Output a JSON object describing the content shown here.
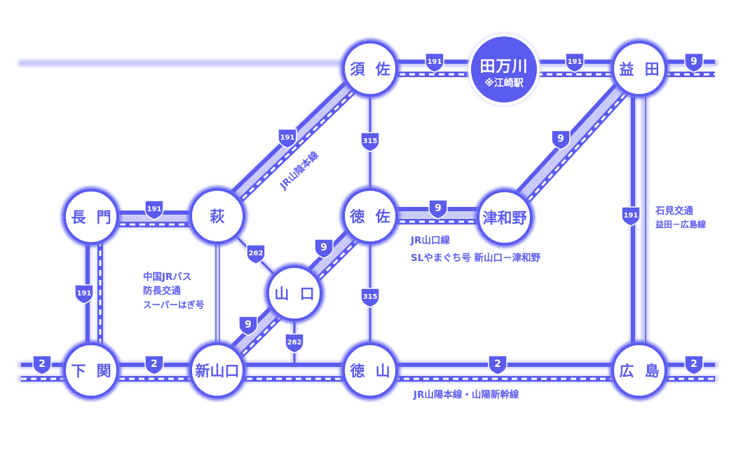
{
  "colors": {
    "accent": "#5b5bf0",
    "road_glow": "#c9c9fb",
    "station_fill": "#ffffff",
    "main_station_fill": "#5b5bf0",
    "route_shield": "#5b5bf0",
    "text_on_accent": "#ffffff"
  },
  "stations": {
    "susa": "須 佐",
    "tamagawa": "田万川",
    "tamagawa_sub": "※江崎駅",
    "masuda": "益 田",
    "nagato": "長 門",
    "hagi": "萩",
    "tokusa": "徳 佐",
    "tsuwano": "津和野",
    "yamaguchi": "山 口",
    "shimonoseki": "下 関",
    "shinyamaguchi": "新山口",
    "tokuyama": "徳 山",
    "hiroshima": "広 島"
  },
  "routes": {
    "r191": "191",
    "r315": "315",
    "r262": "262",
    "r9": "9",
    "r2": "2"
  },
  "labels": {
    "jr_sanin": "JR山陰本線",
    "jr_yamaguchi": "JR山口線",
    "sl_yamaguchi": "SLやまぐち号 新山口－津和野",
    "bus_line1": "中国JRバス",
    "bus_line2": "防長交通",
    "bus_line3": "スーパーはぎ号",
    "iwami_line1": "石見交通",
    "iwami_line2": "益田－広島線",
    "jr_sanyo": "JR山陽本線・山陽新幹線"
  }
}
